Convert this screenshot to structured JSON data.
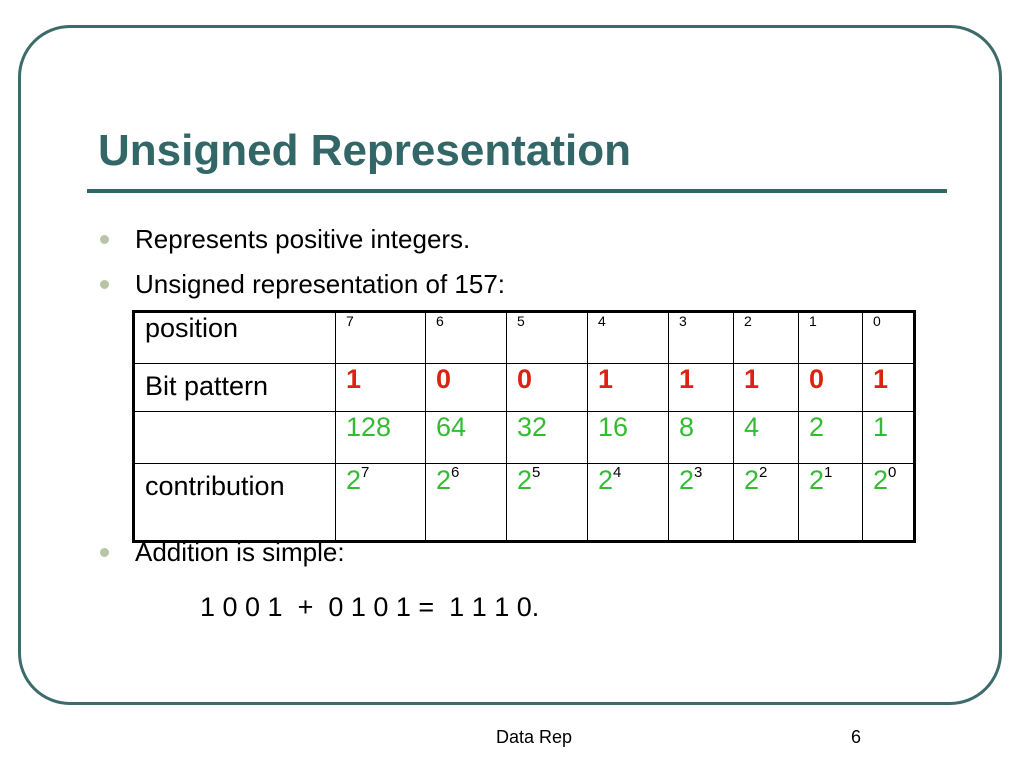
{
  "slide": {
    "title": "Unsigned Representation",
    "bullets": [
      "Represents positive integers.",
      "Unsigned representation of 157:",
      "Addition is simple:"
    ],
    "equation": "1 0 0 1  +  0 1 0 1 =  1 1 1 0.",
    "footer_text": "Data Rep",
    "page_number": "6"
  },
  "table": {
    "row_labels": [
      "position",
      "Bit pattern",
      "",
      "contribution"
    ],
    "positions": [
      "7",
      "6",
      "5",
      "4",
      "3",
      "2",
      "1",
      "0"
    ],
    "bits": [
      "1",
      "0",
      "0",
      "1",
      "1",
      "1",
      "0",
      "1"
    ],
    "values": [
      "128",
      "64",
      "32",
      "16",
      "8",
      "4",
      "2",
      "1"
    ],
    "power_base": "2",
    "exponents": [
      "7",
      "6",
      "5",
      "4",
      "3",
      "2",
      "1",
      "0"
    ]
  },
  "colors": {
    "title": "#336666",
    "frame": "#3d6b6b",
    "bit": "#dd2211",
    "value": "#33bb33",
    "bullet": "#b9c4a5"
  }
}
